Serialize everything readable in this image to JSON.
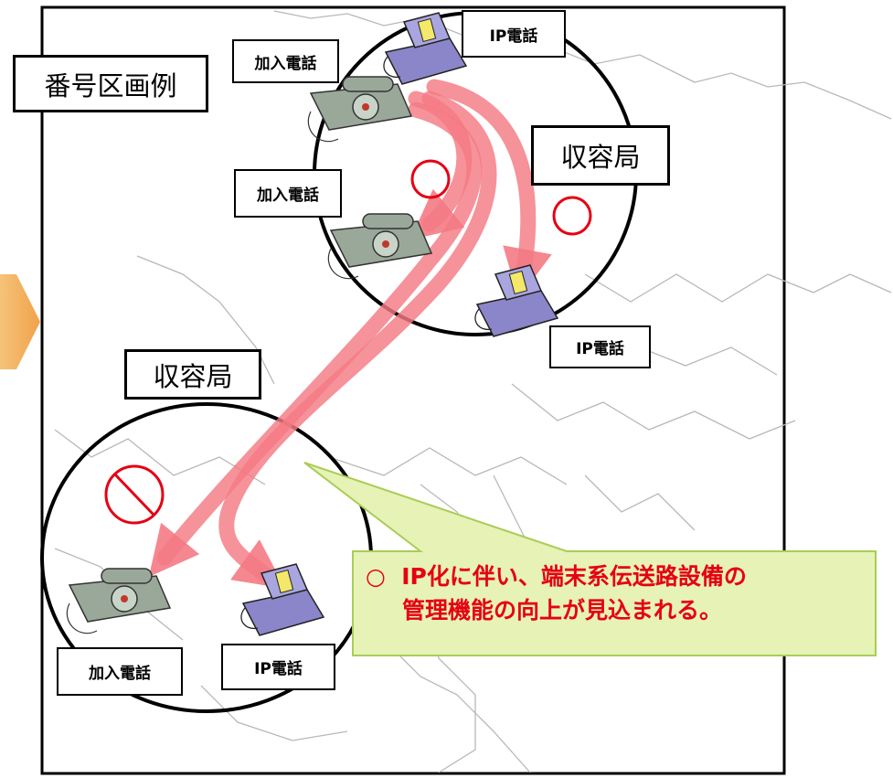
{
  "labels": {
    "area_example": "番号区画例",
    "station_top": "収容局",
    "station_bottom": "収容局",
    "subscriber_top": "加入電話",
    "subscriber_mid": "加入電話",
    "subscriber_bottom": "加入電話",
    "ip_top": "IP電話",
    "ip_mid": "IP電話",
    "ip_bottom": "IP電話"
  },
  "callout": {
    "bullet": "○",
    "line1": "IP化に伴い、端末系伝送路設備の",
    "line2": "管理機能の向上が見込まれる。"
  },
  "colors": {
    "arrow": "#f47a84",
    "mark_red": "#e60012",
    "callout_fill": "#e6f2b6",
    "callout_border": "#a9cd55",
    "map_line": "#b8b8b8",
    "phone_green": "#9aa89a",
    "phone_purple": "#8b86c9"
  },
  "marks": {
    "allowed_top_left": "circle-ok",
    "allowed_top_right": "circle-ok",
    "blocked_bottom": "prohibited"
  }
}
